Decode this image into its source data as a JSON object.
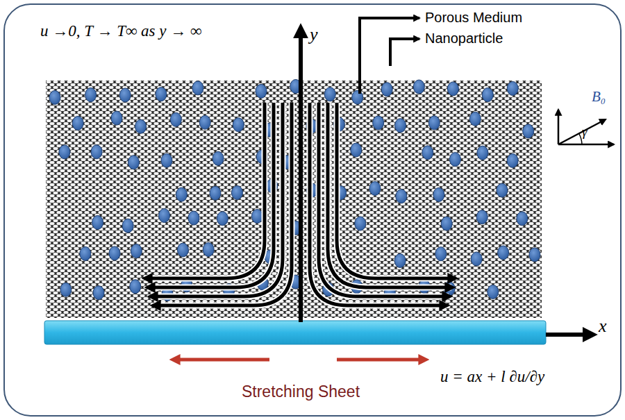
{
  "diagram": {
    "labels": [
      "u →0, T → T∞ as y → ∞",
      "y",
      "Porous Medium",
      "Nanoparticle",
      "B₀",
      "γ",
      "x",
      "u = ax + l ∂u/∂y",
      "Stretching Sheet"
    ]
  }
}
